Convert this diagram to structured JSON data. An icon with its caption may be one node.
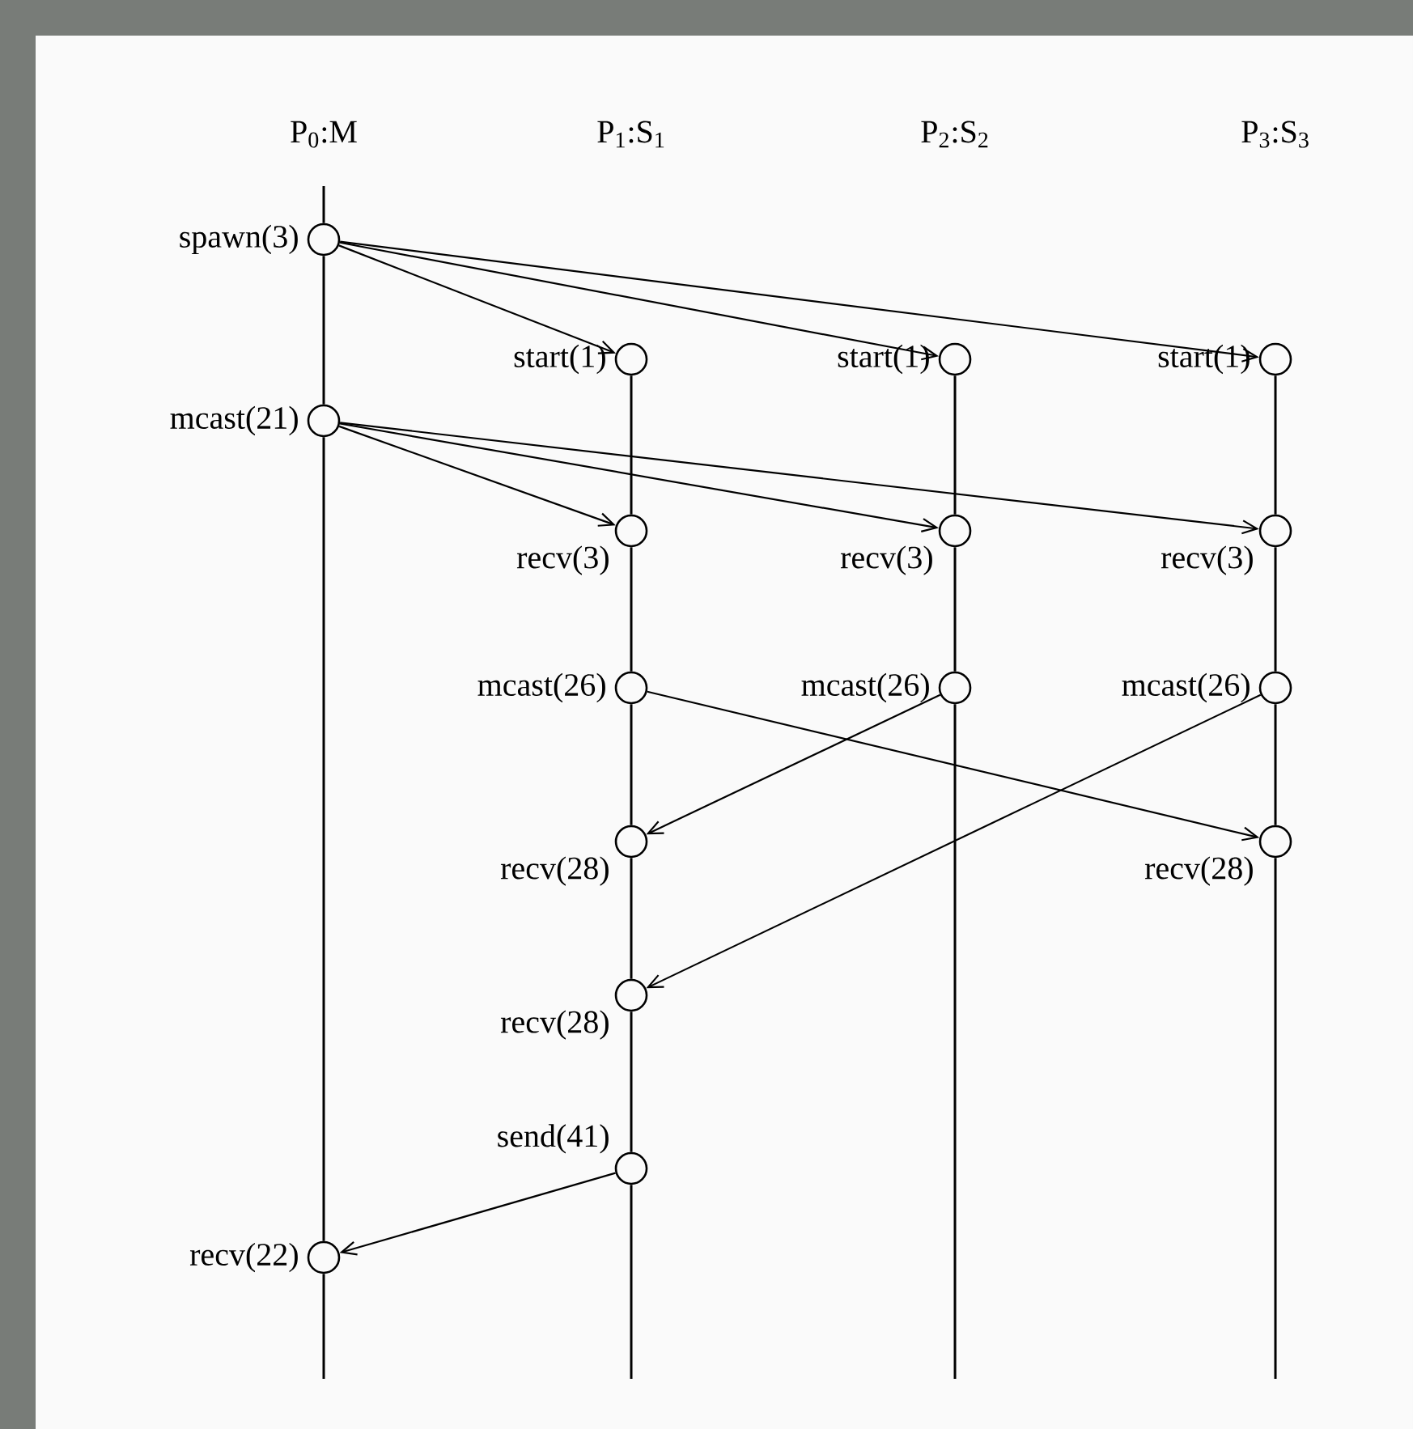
{
  "diagram": {
    "nodes": [
      {
        "text": [],
        "shape": "circle",
        "beside": [
          "spawn(3)"
        ]
      },
      {
        "text": [],
        "shape": "circle",
        "beside": [
          "start(1)"
        ]
      },
      {
        "text": [],
        "shape": "circle",
        "beside": [
          "start(1)"
        ]
      },
      {
        "text": [],
        "shape": "circle",
        "beside": [
          "start(1)"
        ]
      },
      {
        "text": [],
        "shape": "circle",
        "beside": [
          "mcast(21)"
        ]
      },
      {
        "text": [],
        "shape": "circle",
        "beside": [
          "recv(3)"
        ]
      },
      {
        "text": [],
        "shape": "circle",
        "beside": [
          "recv(3)"
        ]
      },
      {
        "text": [],
        "shape": "circle",
        "beside": [
          "recv(3)"
        ]
      },
      {
        "text": [],
        "shape": "circle",
        "beside": [
          "mcast(26)"
        ]
      },
      {
        "text": [],
        "shape": "circle",
        "beside": [
          "mcast(26)"
        ]
      },
      {
        "text": [],
        "shape": "circle",
        "beside": [
          "mcast(26)"
        ]
      },
      {
        "text": [],
        "shape": "circle",
        "beside": [
          "recv(28)"
        ]
      },
      {
        "text": [],
        "shape": "circle",
        "beside": [
          "recv(28)"
        ]
      },
      {
        "text": [],
        "shape": "circle",
        "beside": [
          "recv(28)"
        ]
      },
      {
        "text": [],
        "shape": "circle",
        "beside": [
          "send(41)"
        ]
      },
      {
        "text": [],
        "shape": "circle",
        "beside": [
          "recv(22)"
        ]
      }
    ],
    "edges": [
      {
        "from": 0,
        "to": 1,
        "arrow": "to"
      },
      {
        "from": 0,
        "to": 2,
        "arrow": "to"
      },
      {
        "from": 0,
        "to": 3,
        "arrow": "to"
      },
      {
        "from": 4,
        "to": 5,
        "arrow": "to"
      },
      {
        "from": 4,
        "to": 6,
        "arrow": "to"
      },
      {
        "from": 4,
        "to": 7,
        "arrow": "to"
      },
      {
        "from": 8,
        "to": 12,
        "arrow": "to"
      },
      {
        "from": 9,
        "to": 11,
        "arrow": "to"
      },
      {
        "from": 10,
        "to": 13,
        "arrow": "to"
      },
      {
        "from": 14,
        "to": 15,
        "arrow": "to"
      },
      {
        "from": null,
        "to": 0,
        "arrow": "none"
      },
      {
        "from": 0,
        "to": 4,
        "arrow": "none"
      },
      {
        "from": 4,
        "to": 15,
        "arrow": "none"
      },
      {
        "from": 15,
        "to": null,
        "arrow": "none"
      },
      {
        "from": 1,
        "to": 5,
        "arrow": "none"
      },
      {
        "from": 5,
        "to": 8,
        "arrow": "none"
      },
      {
        "from": 8,
        "to": 11,
        "arrow": "none"
      },
      {
        "from": 11,
        "to": 13,
        "arrow": "none"
      },
      {
        "from": 13,
        "to": 14,
        "arrow": "none"
      },
      {
        "from": 14,
        "to": null,
        "arrow": "none"
      },
      {
        "from": 2,
        "to": 6,
        "arrow": "none"
      },
      {
        "from": 6,
        "to": 9,
        "arrow": "none"
      },
      {
        "from": 9,
        "to": null,
        "arrow": "none"
      },
      {
        "from": 3,
        "to": 7,
        "arrow": "none"
      },
      {
        "from": 7,
        "to": 10,
        "arrow": "none"
      },
      {
        "from": 10,
        "to": 12,
        "arrow": "none"
      },
      {
        "from": 12,
        "to": null,
        "arrow": "none"
      }
    ],
    "labels": [
      "P$_{0}$:M",
      "P$_{1}$:S$_{1}$",
      "P$_{2}$:S$_{2}$",
      "P$_{3}$:S$_{3}$"
    ]
  }
}
